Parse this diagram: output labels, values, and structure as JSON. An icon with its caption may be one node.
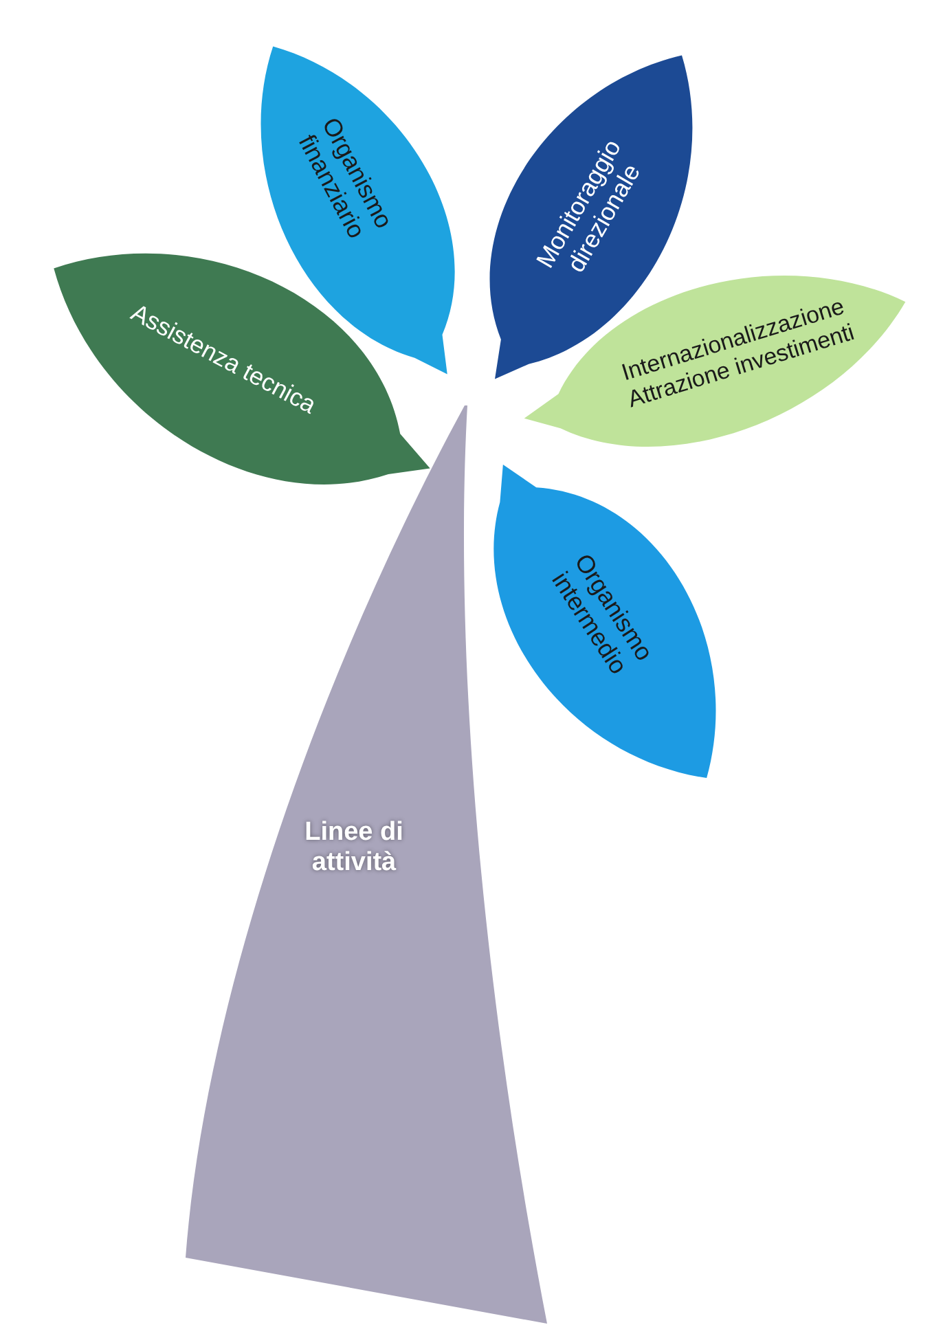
{
  "diagram": {
    "nodes": [
      {
        "text": [
          "Linee di attività"
        ]
      },
      {
        "text": [
          "Assistenza tecnica"
        ]
      },
      {
        "text": [
          "Organismo finanziario"
        ]
      },
      {
        "text": [
          "Monitoraggio direzionale"
        ]
      },
      {
        "text": [
          "Internazionalizzazione",
          "Attrazione investimenti"
        ]
      },
      {
        "text": [
          "Organismo intermedio"
        ]
      }
    ]
  }
}
